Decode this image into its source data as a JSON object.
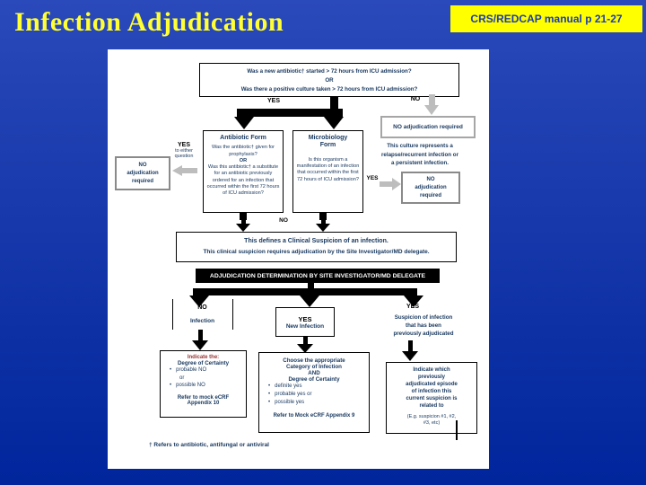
{
  "header": {
    "title": "Infection Adjudication",
    "badge": "CRS/REDCAP manual p 21-27"
  },
  "colors": {
    "background_top": "#2a49ba",
    "background_bottom": "#00259c",
    "title_yellow": "#ffff33",
    "badge_yellow": "#ffff00",
    "flow_text_navy": "#17375e",
    "accent_maroon": "#943634",
    "gray_arrow": "#bdbdbd"
  },
  "flow": {
    "bullet": "•",
    "q_top": {
      "l1": "Was a new antibiotic† started > 72 hours from ICU admission?",
      "or": "OR",
      "l2": "Was there a positive culture taken > 72 hours from ICU admission?"
    },
    "yes_split_label": "YES",
    "no_top_label": "NO",
    "no_adj_top": "NO adjudication required",
    "antibiotic_form": {
      "title": "Antibiotic Form",
      "l1": "Was the antibiotic† given for prophylaxis?",
      "or": "OR",
      "l2": "Was this antibiotic† a substitute for an antibiotic previously ordered for an infection that occurred within the first 72 hours of ICU admission?"
    },
    "micro_form": {
      "title_l1": "Microbiology",
      "title_l2": "Form",
      "l1": "Is this organism a manifestation of an infection that occurred within the first 72 hours of ICU admission?"
    },
    "yes_either": {
      "yes": "YES",
      "sub1": "to either",
      "sub2": "question"
    },
    "no_adj_left": {
      "l1": "NO",
      "l2": "adjudication",
      "l3": "required"
    },
    "culture_note": {
      "l1": "This culture represents a",
      "l2": "relapse/recurrent infection or",
      "l3": "a persistent infection."
    },
    "yes_right_label": "YES",
    "no_adj_right": {
      "l1": "NO",
      "l2": "adjudication",
      "l3": "required"
    },
    "no_mid_label": "NO",
    "suspicion": {
      "l1": "This defines a Clinical Suspicion of an infection.",
      "l2": "This clinical suspicion requires adjudication by the Site Investigator/MD delegate."
    },
    "adjudication_bar": "ADJUDICATION DETERMINATION BY SITE INVESTIGATOR/MD DELEGATE",
    "branch_no": {
      "label": "NO",
      "sub": "Infection"
    },
    "branch_new": {
      "label": "YES",
      "sub": "New Infection"
    },
    "branch_prev": {
      "label": "YES",
      "sub1": "Suspicion of infection",
      "sub2": "that has been",
      "sub3": "previously adjudicated"
    },
    "box_no": {
      "l1": "Indicate the:",
      "l2": "Degree of Certainty",
      "b1": "probable NO",
      "b2": "or",
      "b3": "possible NO",
      "ref1": "Refer to mock eCRF",
      "ref2": "Appendix 10"
    },
    "box_new": {
      "l1": "Choose the appropriate",
      "l2": "Category of Infection",
      "l3": "AND",
      "l4": "Degree of Certainty",
      "b1": "definite yes",
      "b2": "probable yes or",
      "b3": "possible yes",
      "ref1": "Refer to Mock eCRF Appendix 9"
    },
    "box_prev": {
      "l1": "Indicate which",
      "l2": "previously",
      "l3": "adjudicated episode",
      "l4": "of infection this",
      "l5": "current suspicion is",
      "l6": "related to",
      "eg1": "(E.g. suspicion #1, #2,",
      "eg2": "#3, etc)"
    },
    "footnote": "† Refers to antibiotic, antifungal or antiviral"
  }
}
